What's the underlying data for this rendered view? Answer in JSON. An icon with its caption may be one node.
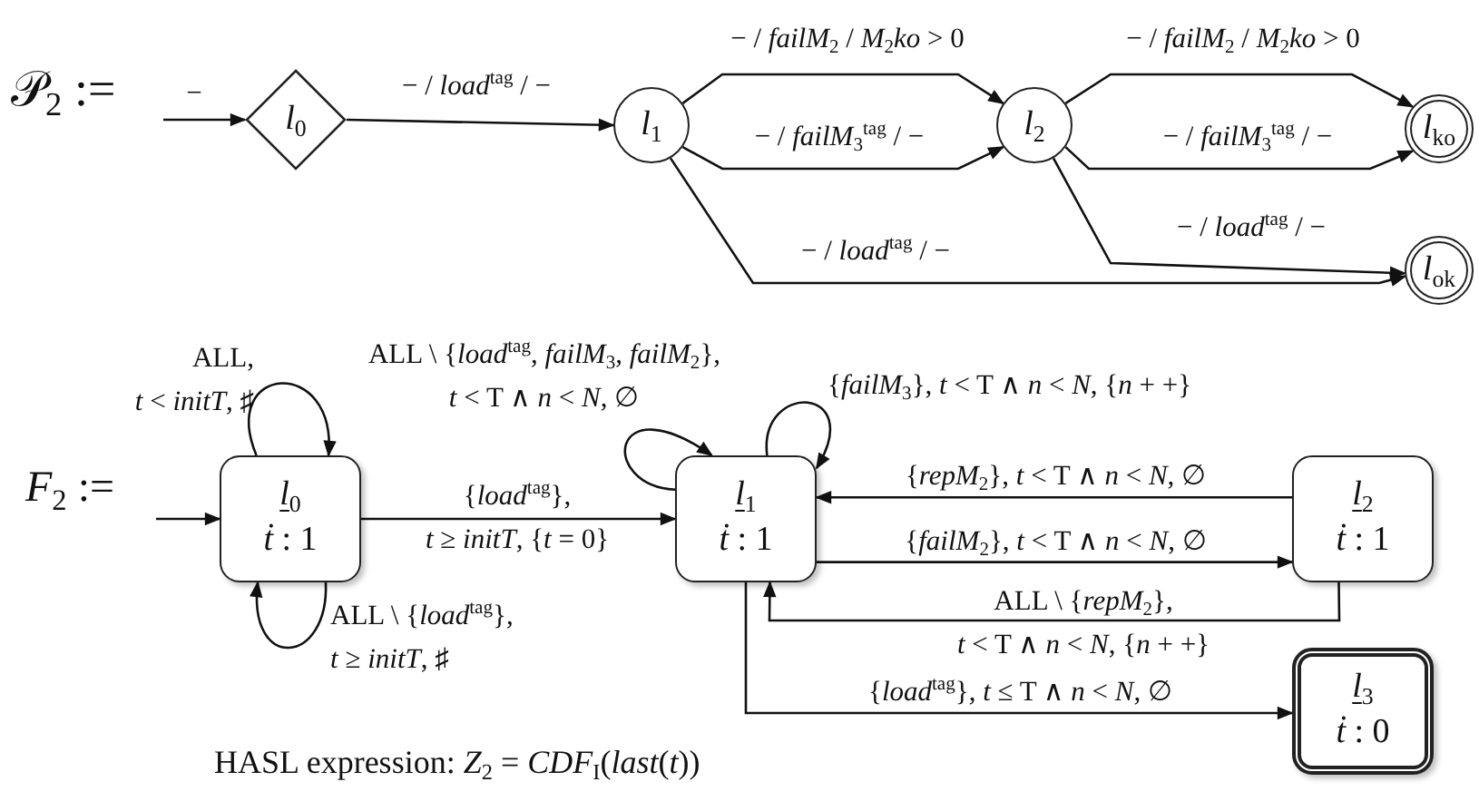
{
  "diagram": {
    "nodes": [
      {
        "text": [
          "*l*$_{0}$"
        ]
      },
      {
        "text": [
          "*l*$_{1}$"
        ]
      },
      {
        "text": [
          "*l*$_{2}$"
        ]
      },
      {
        "text": [
          "*l*$_{ko}$"
        ]
      },
      {
        "text": [
          "*l*$_{ok}$"
        ]
      },
      {
        "text": [
          "*l*$_{0}$",
          "*ṫ* : 1"
        ]
      },
      {
        "text": [
          "*l*$_{1}$",
          "*ṫ* : 1"
        ]
      },
      {
        "text": [
          "*l*$_{2}$",
          "*ṫ* : 1"
        ]
      },
      {
        "text": [
          "*l*$_{3}$",
          "*ṫ* : 0"
        ]
      }
    ],
    "edges": [
      {
        "from": null,
        "to": 0,
        "arrow": "to",
        "label": "−"
      },
      {
        "from": 0,
        "to": 1,
        "arrow": "to",
        "label": "− / *load*$^{tag}$ / −"
      },
      {
        "from": 1,
        "to": 2,
        "arrow": "to",
        "label": "− / *failM*$_{2}$ / *M*$_{2}$*ko* > 0"
      },
      {
        "from": 1,
        "to": 2,
        "arrow": "to",
        "label": "− / *failM*$_{3}$$^{tag}$ / −"
      },
      {
        "from": 1,
        "to": 4,
        "arrow": "to",
        "label": "− / *load*$^{tag}$ / −"
      },
      {
        "from": 2,
        "to": 3,
        "arrow": "to",
        "label": "− / *failM*$_{2}$ / *M*$_{2}$*ko* > 0"
      },
      {
        "from": 2,
        "to": 3,
        "arrow": "to",
        "label": "− / *failM*$_{3}$$^{tag}$ / −"
      },
      {
        "from": 2,
        "to": 4,
        "arrow": "to",
        "label": "− / *load*$^{tag}$ / −"
      },
      {
        "from": null,
        "to": 5,
        "arrow": "to"
      },
      {
        "from": 5,
        "to": 5,
        "arrow": "to",
        "label": "ALL, *t* < *initT*, ♯"
      },
      {
        "from": 5,
        "to": 5,
        "arrow": "to",
        "label": "ALL \\ {*load*$^{tag}$}, *t* ≥ *initT*, ♯"
      },
      {
        "from": 5,
        "to": 6,
        "arrow": "to",
        "label": "{*load*$^{tag}$}, *t* ≥ *initT*, {*t* = 0}"
      },
      {
        "from": 6,
        "to": 6,
        "arrow": "to",
        "label": "ALL \\ {*load*$^{tag}$, *failM*$_{3}$, *failM*$_{2}$}, *t* < T ∧ *n* < *N*, ∅"
      },
      {
        "from": 6,
        "to": 6,
        "arrow": "to",
        "label": "{*failM*$_{3}$}, *t* < T ∧ *n* < *N*, {*n* + +}"
      },
      {
        "from": 7,
        "to": 6,
        "arrow": "to",
        "label": "{*repM*$_{2}$}, *t* < T ∧ *n* < *N*, ∅"
      },
      {
        "from": 6,
        "to": 7,
        "arrow": "to",
        "label": "{*failM*$_{2}$}, *t* < T ∧ *n* < *N*, ∅"
      },
      {
        "from": 7,
        "to": 6,
        "arrow": "to",
        "label": "ALL \\ {*repM*$_{2}$}, *t* < T ∧ *n* < *N*, {*n* + +}"
      },
      {
        "from": 6,
        "to": 8,
        "arrow": "to",
        "label": "{*load*$^{tag}$}, *t* ≤ T ∧ *n* < *N*, ∅"
      }
    ],
    "labels": [
      "𝒫$_{2}$ :=",
      "*F*$_{2}$ :=",
      "HASL expression:  *Z*$_{2}$ = *CDF*$_{I}$(*last*(*t*))"
    ]
  }
}
